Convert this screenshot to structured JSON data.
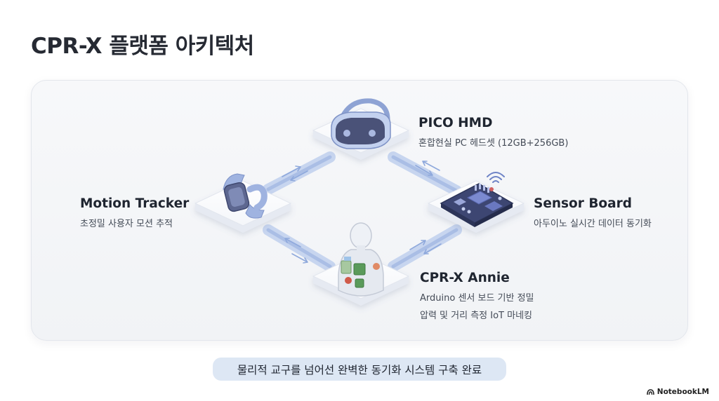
{
  "title": "CPR-X 플랫폼 아키텍처",
  "nodes": {
    "hmd": {
      "title": "PICO HMD",
      "subtitle": "혼합현실 PC 헤드셋 (12GB+256GB)"
    },
    "sensor": {
      "title": "Sensor Board",
      "subtitle": "아두이노 실시간 데이터 동기화"
    },
    "tracker": {
      "title": "Motion Tracker",
      "subtitle": "초정밀 사용자 모션 추적"
    },
    "annie": {
      "title": "CPR-X Annie",
      "subtitle_line1": "Arduino 센서 보드 기반 정밀",
      "subtitle_line2": "압력 및 거리 측정 IoT 마네킹"
    }
  },
  "caption": "물리적 교구를 넘어선 완벽한 동기화 시스템 구축 완료",
  "brand": "NotebookLM",
  "colors": {
    "accent": "#8fa9dc",
    "device": "#b8c8ec",
    "board": "#3d4672"
  },
  "icons": [
    "vr-headset-icon",
    "circuit-board-icon",
    "wifi-icon",
    "smartwatch-icon",
    "mannequin-icon"
  ]
}
